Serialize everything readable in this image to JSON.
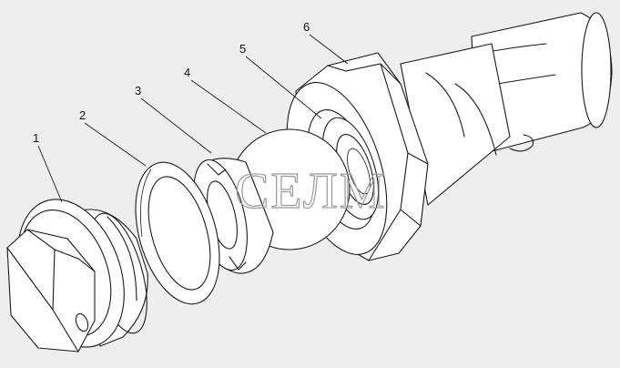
{
  "callouts": [
    "1",
    "2",
    "3",
    "4",
    "5",
    "6"
  ],
  "watermark": "СЕЛМ",
  "colors": {
    "background": "#eeeeee",
    "part_fill": "#ffffff",
    "outline": "#1a1a1a",
    "watermark": "#9a9a9a"
  }
}
